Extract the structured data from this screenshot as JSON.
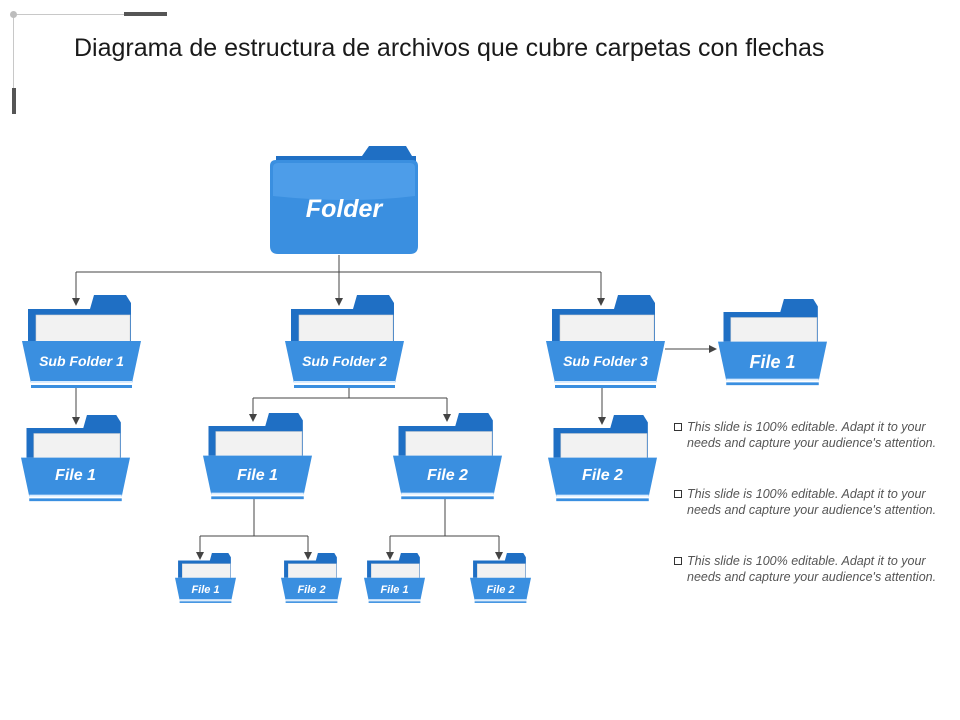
{
  "title": "Diagrama de estructura de archivos que cubre carpetas con flechas",
  "colors": {
    "folder_main": "#2e86de",
    "folder_dark": "#1f6fc4",
    "folder_light": "#4ea0ea",
    "paper": "#f2f2f2",
    "connector": "#444444"
  },
  "diagram": {
    "root": {
      "label": "Folder"
    },
    "sub_folder_1": {
      "label": "Sub Folder 1",
      "file_1": "File 1"
    },
    "sub_folder_2": {
      "label": "Sub Folder 2",
      "file_1": {
        "label": "File 1",
        "children": [
          "File 1",
          "File 2"
        ]
      },
      "file_2": {
        "label": "File 2",
        "children": [
          "File 1",
          "File 2"
        ]
      }
    },
    "sub_folder_3": {
      "label": "Sub Folder 3",
      "file_1": "File 1",
      "file_2": "File 2"
    }
  },
  "notes": [
    "This slide is 100% editable. Adapt it to your needs and capture your audience's attention.",
    "This slide is 100% editable. Adapt it to your needs and capture your audience's attention.",
    "This slide is 100% editable. Adapt it to your needs and capture your audience's attention."
  ]
}
